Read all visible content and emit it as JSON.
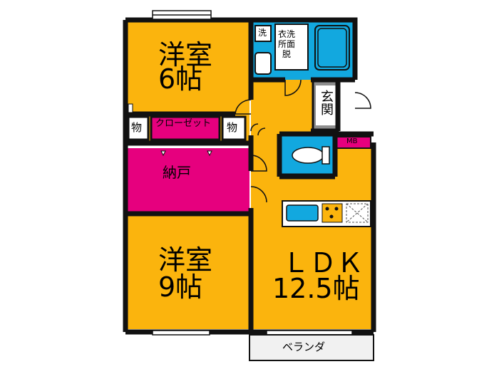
{
  "rooms": {
    "western_6": {
      "name": "洋室",
      "size": "6帖"
    },
    "western_9": {
      "name": "洋室",
      "size": "9帖"
    },
    "ldk": {
      "name": "ＬＤＫ",
      "size": "12.5帖"
    },
    "storage_room": {
      "name": "納戸"
    },
    "closet": {
      "name": "クローゼット"
    },
    "storage_left": {
      "name": "物"
    },
    "storage_right": {
      "name": "物"
    },
    "washer": {
      "name": "洗"
    },
    "changing_room": {
      "name": "衣洗\n所面\n脱"
    },
    "entrance": {
      "name": "玄関"
    },
    "meter_box": {
      "name": "MB"
    },
    "veranda": {
      "name": "ベランダ"
    }
  },
  "colors": {
    "room_orange": "#fbb40d",
    "storage_magenta": "#e6007e",
    "water_blue": "#12a8df",
    "entrance_gray": "#8e8e8e",
    "wall": "#111111",
    "veranda": "#f1f1f1"
  }
}
